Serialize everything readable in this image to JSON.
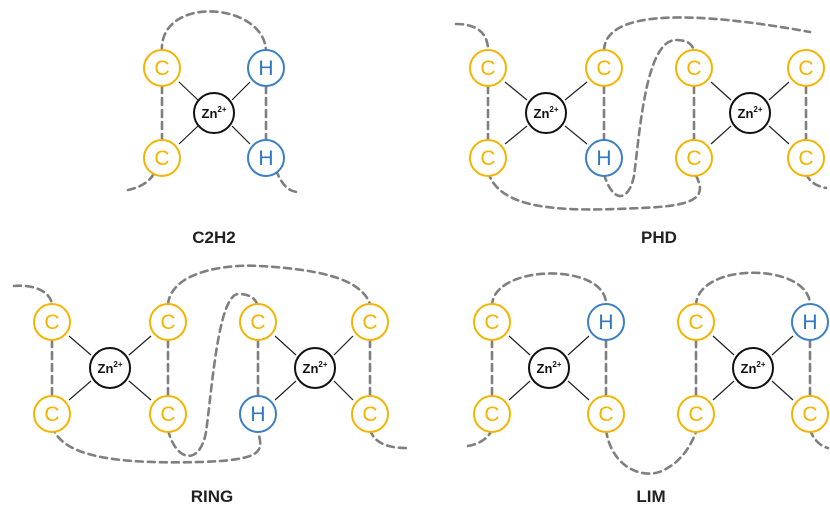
{
  "labels": {
    "cysteine": "C",
    "histidine": "H",
    "zinc": "Zn",
    "zinc_charge": "2+"
  },
  "captions": {
    "c2h2": "C2H2",
    "phd": "PHD",
    "ring": "RING",
    "lim": "LIM"
  },
  "colors": {
    "cysteine": "#f4b400",
    "histidine": "#3b7fc4",
    "zinc": "#111111",
    "backbone": "#7f7f7f"
  }
}
